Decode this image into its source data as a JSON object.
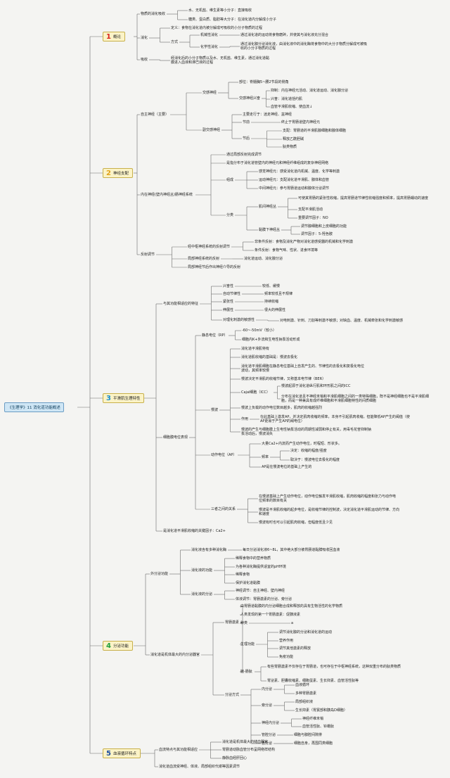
{
  "title": "《生理学》11 消化道功能概述",
  "colors": {
    "line": "#6a6a6a",
    "section_bg": "#fbf3c7",
    "sec1": "#d9211c",
    "sec2": "#e0a21a",
    "sec3": "#1a8fd1",
    "sec4": "#1f9f3a",
    "sec5": "#1d4ea0"
  },
  "sections": [
    {
      "num": "1",
      "label": "概论"
    },
    {
      "num": "2",
      "label": "神经支配"
    },
    {
      "num": "3",
      "label": "平滑肌生理特性"
    },
    {
      "num": "4",
      "label": "分泌功能"
    },
    {
      "num": "5",
      "label": "血液循环特点"
    }
  ],
  "s1": {
    "a": "物质的消化吸收",
    "a1": "水、无机盐、维生素等小分子：直接吸收",
    "a2": "糖类、蛋白质、脂肪等大分子：在消化道内分解成小分子",
    "b": "消化",
    "b1": "定义：食物在消化道内被分解成可吸收的小分子物质的过程",
    "b2": "方式",
    "b2a": "机械性消化",
    "b2a_t": "通过消化道的运动将食物磨碎，并使其与消化液充分混合",
    "b2b": "化学性消化",
    "b2b_t": "通过消化腺分泌消化液，由消化液中的消化酶将食物中的大分子物质分解成可被吸收的小分子物质的过程",
    "c": "吸收",
    "c1": "经消化后的小分子物质以及水、无机盐、维生素，通过消化道黏膜进入血液和淋巴液的过程"
  },
  "s2": {
    "a": "自主神经（主要）",
    "a1": "交感神经",
    "a1a": "部位：脊髓胸5~腰2节段的侧角",
    "a1b": "交感神经兴奋",
    "a1b1": "抑制：内在神经元活动、消化道运动、消化腺分泌",
    "a1b2": "兴奋：消化道括约肌",
    "a1b3": "血管平滑肌收缩、使血流↓",
    "a2": "副交感神经",
    "a2a": "主要走行于：迷走神经、盆神经",
    "a2b": "节前",
    "a2b_t": "终止于胃肠道壁内神经元",
    "a2c": "节后",
    "a2c1": "支配：胃肠道的平滑肌腺细胞和腺体细胞",
    "a2c2": "释放乙酰胆碱",
    "a2c3": "肽类物质",
    "b": "内在神经(壁内神经丛)肠神经系统",
    "b1": "通过局部反射完成调节",
    "b2": "是指分布于消化道管壁内的神经元和神经纤维组成的复杂神经网络",
    "b3": "组成",
    "b3a": "感觉神经元：感受消化道内机械、温度、化学等刺激",
    "b3b": "运动神经元：支配消化道平滑肌、腺体和血管",
    "b3c": "中间神经元：参与胃肠道运动和腺体分泌调节",
    "b4": "分类",
    "b4a": "肌间神经丛",
    "b4a1": "可使其胃肠的紧张性收缩，提高胃肠道节律性收缩强度和频率，提高胃肠蠕动的速度",
    "b4a2": "支配平滑肌活动",
    "b4a3": "重要调节因子：NO",
    "b4b": "黏膜下神经丛",
    "b4b1": "调节腺细胞和上皮细胞的功能",
    "b4b2": "调节因子：5-羟色胺",
    "c": "反射调节",
    "c1": "经中枢神经系统的反射调节",
    "c1a": "非条件反射：食物及消化产物对消化道感受器的机械和化学刺激",
    "c1b": "条件反射：食物气味、性状、进食环境等",
    "c2": "局部神经系统的反射",
    "c2a": "消化道运动、消化腺分泌",
    "c3": "局部神经节后作出神经介导的反射"
  },
  "s3": {
    "a": "与其功能相适应的特征",
    "a1": "兴奋性",
    "a1_t": "较低、缓慢",
    "a2": "自动节律性",
    "a2_t": "频率较低且不规律",
    "a3": "紧张性",
    "a3_t": "持续收缩",
    "a4": "伸展性",
    "a4_t": "很大的伸展性",
    "a5": "对理化刺激的敏感性",
    "a5_t": "对电刺激、针刺、刀割等刺激不敏感；对缺血、温度、机械牵张和化学刺激敏感",
    "b": "细胞膜电位表现",
    "b1": "静息电位（RP）",
    "b1a": "-60~-50mV（较小）",
    "b1b": "细胞内K+外流和生电性钠泵活动形成",
    "b2": "慢波",
    "b2a": "消化道平滑肌特有",
    "b2b": "消化道肌收缩的基础是：慢波去极化",
    "b2c": "消化道平滑肌细胞在静息电位基础上自发产生的、节律性的去极化和复极化电位波动，其频率较慢",
    "b2d": "慢波决定平滑肌的收缩节律，又称基本电节律（BER）",
    "b2e": "Cajal细胞（ICC）",
    "b2e1": "慢波起源于消化道纵行肌和环形肌之间的ICC",
    "b2e2": "分布在消化道且不神经末梢和平滑肌细胞之间的一类特殊细胞，既不是神经细胞也不是平滑肌细胞，而是一种兼具有成纤维细胞和平滑肌细胞特性的间质细胞",
    "b2f": "慢波上负载的动作电位数目越多，肌肉的收缩越强烈",
    "b2g": "作用",
    "b2g1": "在此基础上激发AP，并决定肌肉收缩的频率，本身不引起肌肉收缩，但能降低AP产生的阈值（使AP更易于产生AP的阈电位）",
    "b2h": "慢波的产生与细胞膜上生电性钠泵活动的周期性减弱和停止有关，用毒毛花苷抑制钠泵活动后，慢波消失",
    "b3": "动作电位（AP）",
    "b3a": "大量Ca2+内流而产生动作电位，时程短、形状多。",
    "b3b": "频率",
    "b3b1": "决定：收缩的幅度/强度",
    "b3b2": "取决于：慢波电位去极化的幅度",
    "b3c": "AP是在慢波电位的基础上产生的",
    "b4": "三者之间的关系",
    "b4a": "在慢波基础上产生动作电位，动作电位触发平滑肌收缩，肌肉收缩的幅度和张力与动作电位频率的数目有关",
    "b4b": "慢波是平滑肌收缩的起步电位，是收缩节律的控制波，决定消化道平滑肌运动的节律、方向和速度",
    "b4c": "慢波有时也可以引起肌肉收缩，但幅度低且少见",
    "c": "是消化道平滑肌收缩的关键因子：Ca2+"
  },
  "s4": {
    "a": "外分泌功能",
    "a1": "消化液含有多种消化酶",
    "a1_t": "每日分泌消化液6~8L，其中绝大部分被胃肠道黏膜吸收回血液",
    "a2": "消化液的功能",
    "a2a": "稀释食物中的营养物质",
    "a2b": "为各种消化酶提供适宜的pH环境",
    "a2c": "稀释食物",
    "a2d": "保护消化道黏膜",
    "a3": "消化液的分泌",
    "a3a": "神经调节：自主神经、壁内神经",
    "a3b": "体液调节：胃肠激素的分泌、旁分泌",
    "b": "消化道是机体最大的内分泌器官",
    "b1": "胃肠激素",
    "b1a": "由胃肠道黏膜的内分泌细胞合成和释放的具有生物活性的化学物质",
    "b1b": "人类发现的第一个胃肠激素：促胰液素",
    "b1c": "种类",
    "b1c_t": "a",
    "b1d": "生理功能",
    "b1d1": "调节消化腺的分泌和消化道的运动",
    "b1d2": "营养作用",
    "b1d3": "调节其他激素的释放",
    "b1d4": "免疫功能",
    "b1e": "脑-肠肽",
    "b1e1": "有些胃肠激素不仅存在于胃肠道，也可存在于中枢神经系统，这种双重分布的肽类物质",
    "b1e2": "胃泌素、胆囊收缩素、细胞蛋素、生长抑素、血管活性肽等",
    "b2": "分泌方式",
    "b2a": "内分泌",
    "b2a1": "血液循环",
    "b2a2": "多种胃肠激素",
    "b2b": "旁分泌",
    "b2b1": "局部组织液",
    "b2b2": "生长抑素（胃窦部和胰岛D细胞）",
    "b2c": "神经内分泌",
    "b2c1": "神经纤维末梢",
    "b2c2": "血管活性肽、铃蟾肽",
    "b2d": "管腔分泌",
    "b2d_t": "细胞与腺腔间隙排",
    "b2e": "自分泌",
    "b2e_t": "细胞自身，再围同类细胞"
  },
  "s5": {
    "a": "血流特点与其功能相适应",
    "a1": "消化道是机体最大的储血器官",
    "a2": "胃肠道动脉血管分布呈网络样结构",
    "a3": "静脉血经肝回心",
    "b": "消化道血流受神经、体液、局部组织代谢等因素调节"
  }
}
